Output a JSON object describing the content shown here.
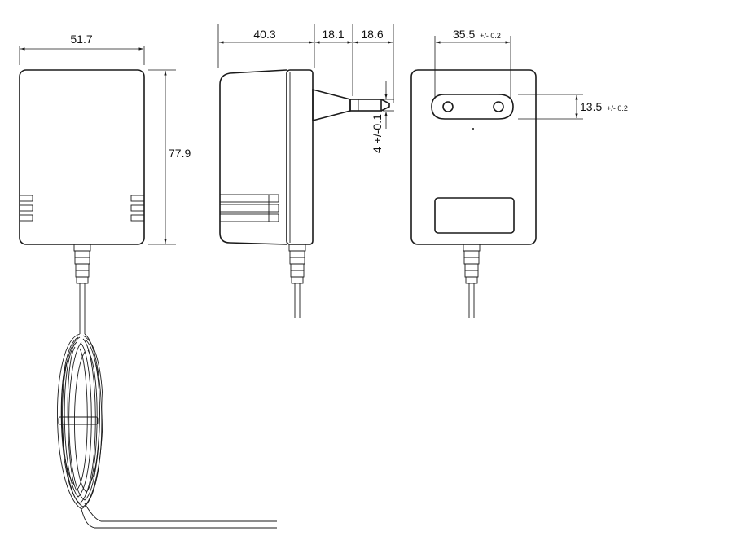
{
  "dimensions": {
    "front_width": "51.7",
    "front_height": "77.9",
    "side_depth_body": "40.3",
    "side_depth_plug_base": "18.1",
    "side_depth_pin": "18.6",
    "pin_diameter": "4 +/-0.1",
    "pin_spacing_value": "35.5",
    "pin_spacing_tolerance": "+/- 0.2",
    "pin_height_value": "13.5",
    "pin_height_tolerance": "+/- 0.2"
  }
}
